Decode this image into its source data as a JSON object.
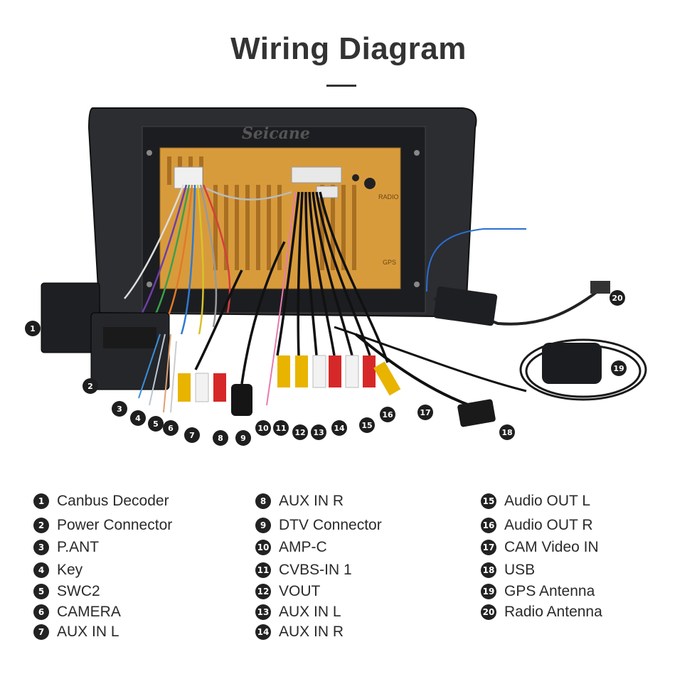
{
  "title": "Wiring Diagram",
  "watermark": "Seicane",
  "unit_labels": [
    "RADIO",
    "GPS"
  ],
  "callouts": [
    "1",
    "2",
    "3",
    "4",
    "5",
    "6",
    "7",
    "8",
    "9",
    "10",
    "11",
    "12",
    "13",
    "14",
    "15",
    "16",
    "17",
    "18",
    "19",
    "20"
  ],
  "legend": [
    [
      {
        "num": "1",
        "label": "Canbus Decoder"
      },
      {
        "num": "2",
        "label": "Power Connector"
      },
      {
        "num": "3",
        "label": "P.ANT"
      },
      {
        "num": "4",
        "label": "Key"
      },
      {
        "num": "5",
        "label": "SWC2"
      },
      {
        "num": "6",
        "label": "CAMERA"
      },
      {
        "num": "7",
        "label": "AUX IN L"
      }
    ],
    [
      {
        "num": "8",
        "label": "AUX IN R"
      },
      {
        "num": "9",
        "label": "DTV Connector"
      },
      {
        "num": "10",
        "label": "AMP-C"
      },
      {
        "num": "11",
        "label": "CVBS-IN 1"
      },
      {
        "num": "12",
        "label": "VOUT"
      },
      {
        "num": "13",
        "label": "AUX IN L"
      },
      {
        "num": "14",
        "label": "AUX IN R"
      }
    ],
    [
      {
        "num": "15",
        "label": "Audio OUT L"
      },
      {
        "num": "16",
        "label": "Audio OUT R"
      },
      {
        "num": "17",
        "label": "CAM Video IN"
      },
      {
        "num": "18",
        "label": "USB"
      },
      {
        "num": "19",
        "label": "GPS Antenna"
      },
      {
        "num": "20",
        "label": "Radio Antenna"
      }
    ]
  ]
}
